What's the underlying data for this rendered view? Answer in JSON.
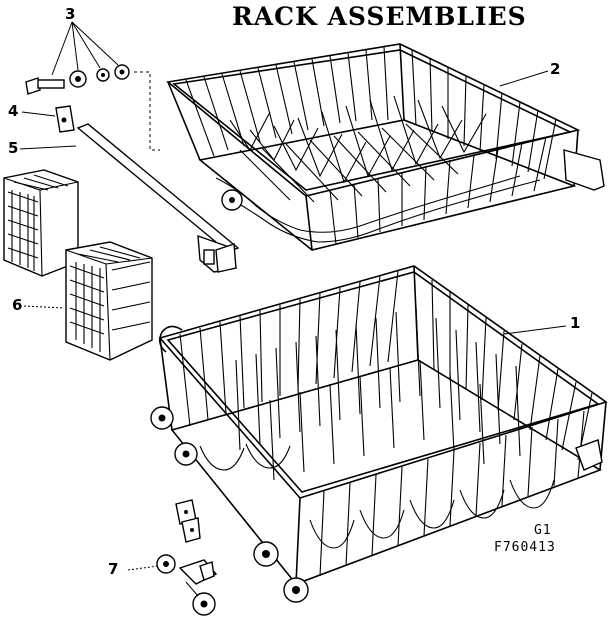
{
  "title": "RACK ASSEMBLIES",
  "callouts": {
    "one": "1",
    "two": "2",
    "three": "3",
    "four": "4",
    "five": "5",
    "six": "6",
    "seven": "7"
  },
  "drawing_code": {
    "line1": "G1",
    "line2": "F760413"
  }
}
